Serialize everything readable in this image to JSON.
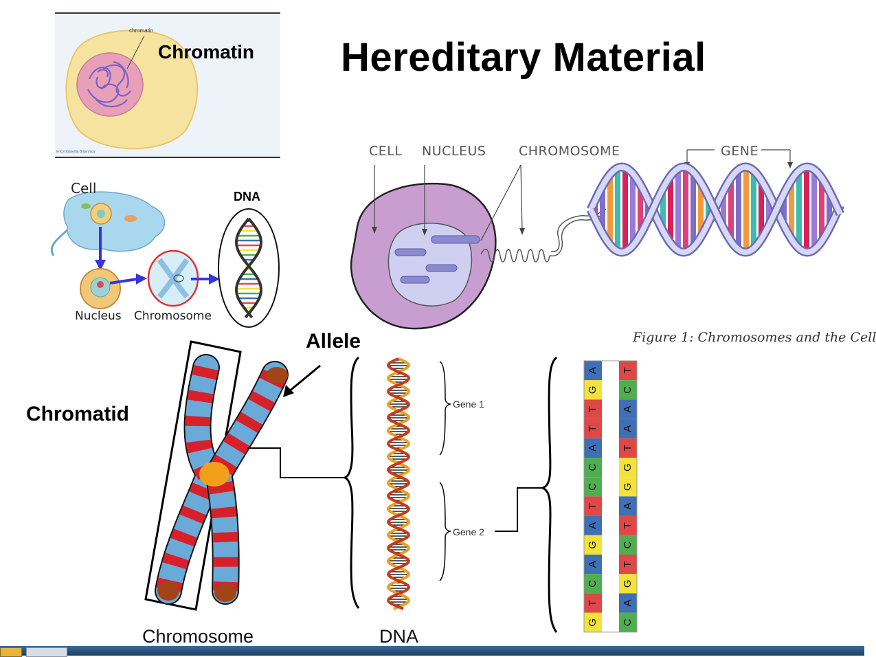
{
  "title": "Hereditary Material",
  "chromatin_panel": {
    "label": "Chromatin",
    "callout": "chromatin",
    "footer": "Encyclopaedia Britannica"
  },
  "flow_panel": {
    "cell": "Cell",
    "nucleus": "Nucleus",
    "chromosome": "Chromosome",
    "dna": "DNA"
  },
  "figure": {
    "cell": "CELL",
    "nucleus": "NUCLEUS",
    "chromosome": "CHROMOSOME",
    "gene": "GENE",
    "caption": "Figure 1: Chromosomes and the Cell"
  },
  "lower": {
    "allele": "Allele",
    "chromatid": "Chromatid",
    "gene1": "Gene 1",
    "gene2": "Gene 2",
    "chromosome": "Chromosome",
    "dna": "DNA",
    "bases_left": [
      "A",
      "G",
      "T",
      "T",
      "A",
      "C",
      "C",
      "T",
      "A",
      "G",
      "A",
      "C",
      "T",
      "G"
    ],
    "bases_right": [
      "T",
      "C",
      "A",
      "A",
      "T",
      "G",
      "G",
      "A",
      "T",
      "C",
      "T",
      "G",
      "A",
      "C"
    ]
  },
  "colors": {
    "A": "#3f6fb5",
    "T": "#e04848",
    "G": "#f2e23a",
    "C": "#4fae4f",
    "cell_purple": "#c89ed0",
    "nucleus": "#c8c8f0",
    "chrom_red": "#d8202a",
    "chrom_blue": "#6aaad8"
  }
}
